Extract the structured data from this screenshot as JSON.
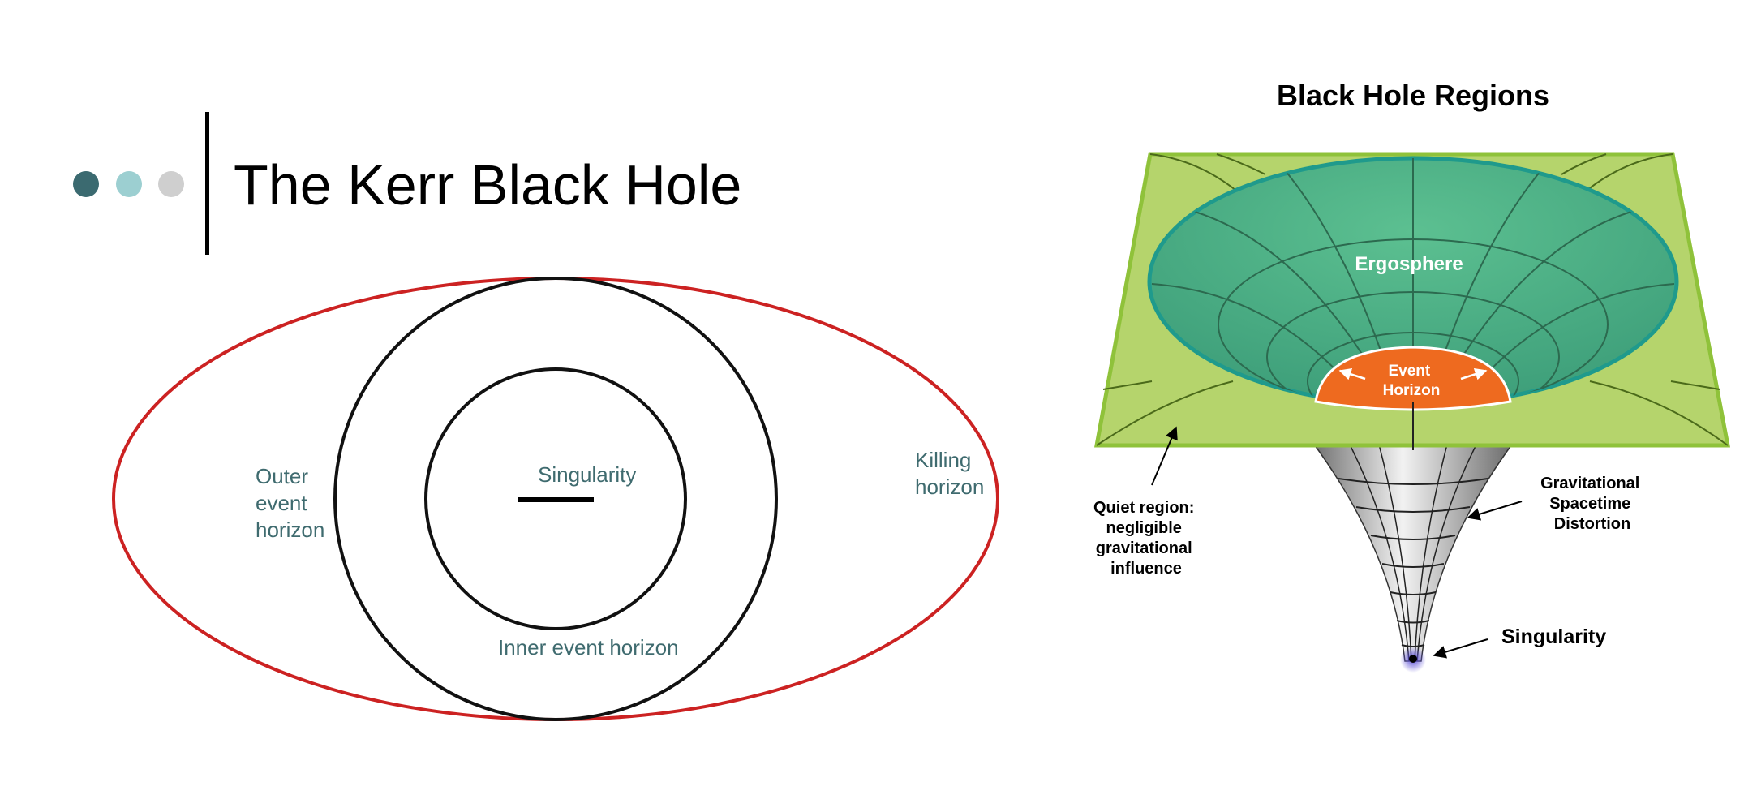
{
  "slide": {
    "title": "The Kerr Black Hole",
    "bullet_dot_colors": [
      "#3b6a70",
      "#9ccfd1",
      "#cfcfcf"
    ]
  },
  "kerr_diagram": {
    "labels": {
      "outer_horizon": [
        "Outer",
        "event",
        "horizon"
      ],
      "killing_horizon": [
        "Killing",
        "horizon"
      ],
      "singularity": "Singularity",
      "inner_horizon": "Inner event horizon"
    },
    "colors": {
      "killing_horizon": "#cc2222",
      "horizons": "#111111",
      "label_text": "#3f6b6f"
    }
  },
  "regions_diagram": {
    "title": "Black Hole Regions",
    "labels": {
      "ergosphere": "Ergosphere",
      "event_horizon": [
        "Event",
        "Horizon"
      ],
      "quiet_region": [
        "Quiet region:",
        "negligible",
        "gravitational",
        "influence"
      ],
      "distortion": [
        "Gravitational",
        "Spacetime",
        "Distortion"
      ],
      "singularity": "Singularity"
    },
    "colors": {
      "plane": "#b5d46c",
      "plane_edge": "#8fc23a",
      "ergosphere": "#4fb287",
      "ergosphere_edge": "#1f9a8c",
      "event_horizon": "#ee6a1f",
      "funnel": "#cfcfcf"
    }
  }
}
